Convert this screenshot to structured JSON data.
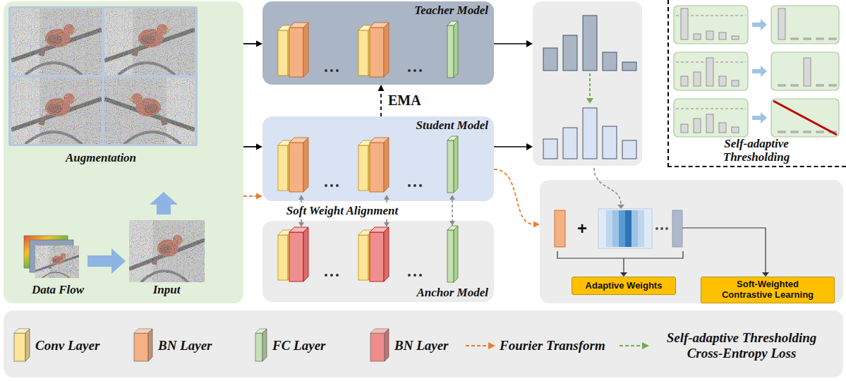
{
  "diagram": {
    "nodes": [
      {
        "text": [
          "Augmentation",
          "Data Flow",
          "Input"
        ]
      },
      {
        "text": [
          "Teacher Model"
        ]
      },
      {
        "text": [
          "Student Model"
        ]
      },
      {
        "text": [
          "Anchor Model"
        ]
      },
      {
        "text": [
          "Self-adaptive Thresholding"
        ]
      },
      {
        "text": [
          "+"
        ]
      },
      {
        "text": [
          "Adaptive Weights"
        ],
        "in": 5
      },
      {
        "text": [
          "Soft-Weighted Contrastive Learning"
        ],
        "in": 5
      }
    ],
    "edges": [
      {
        "from": 0,
        "to": 1,
        "arrow": "to"
      },
      {
        "from": 0,
        "to": 2,
        "arrow": "to"
      },
      {
        "from": 2,
        "to": 1,
        "label": "EMA",
        "arrow": "to"
      },
      {
        "from": 0,
        "to": 2,
        "arrow": "to"
      },
      {
        "from": 2,
        "to": 5,
        "arrow": "to"
      },
      {
        "from": 6,
        "to": 7,
        "arrow": "to"
      }
    ],
    "labels": [
      "Soft Weight Alignment"
    ],
    "legend": [
      {
        "text": "Conv Layer",
        "color": "#ffe699"
      },
      {
        "text": "BN Layer",
        "color": "#f4b183"
      },
      {
        "text": "FC Layer",
        "color": "#c5e0b4"
      },
      {
        "text": "BN Layer",
        "color": "#f08c8c"
      },
      {
        "text": "Fourier Transform"
      },
      {
        "text": "Self-adaptive Thresholding Cross-Entropy Loss"
      }
    ]
  }
}
